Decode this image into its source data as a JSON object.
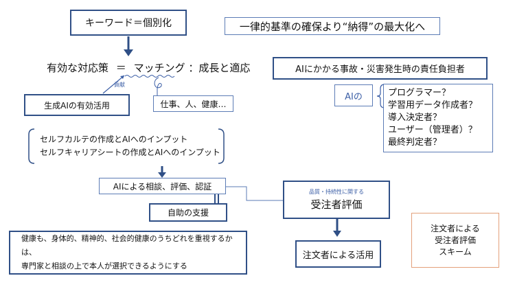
{
  "colors": {
    "navy": "#2f4f86",
    "blue": "#3b5ea6",
    "orange": "#e3a07a"
  },
  "keyword": "キーワード＝個別化",
  "headline": "一律的基準の確保より“納得”の最大化へ",
  "countermeasure": {
    "label": "有効な対応策",
    "equals": "＝",
    "term": "マッチング",
    "rest": "：成長と適応"
  },
  "contribution_label": "貢献",
  "ai_use": "生成AIの有効活用",
  "targets": "仕事、人、健康…",
  "inputs": [
    "セルフカルテの作成とAIへのインプット",
    "セルフキャリアシートの作成とAIへのインプット"
  ],
  "consult": {
    "prefix": "AIによる相談、評価、",
    "emph": "認証"
  },
  "self_support": "自助の支援",
  "contractor_eval": {
    "small": "品質・持続性に関する",
    "label": "受注者評価"
  },
  "orderer_use": "注文者による活用",
  "health_note": {
    "line1": "健康も、身体的、精神的、社会的健康のうちどれを重視するかは、",
    "line2_pre": "専門家と相談の上で",
    "line2_emph": "本人が選択",
    "line2_post": "できるようにする"
  },
  "responsibility": {
    "title": "AIにかかる事故・災害発生時の責任負担者",
    "ai_label": "AIの",
    "candidates": [
      "プログラマー？",
      "学習用データ作成者？",
      "導入決定者？",
      "ユーザー（管理者）？",
      "最終判定者？"
    ]
  },
  "scheme": [
    "注文者による",
    "受注者評価",
    "スキーム"
  ]
}
